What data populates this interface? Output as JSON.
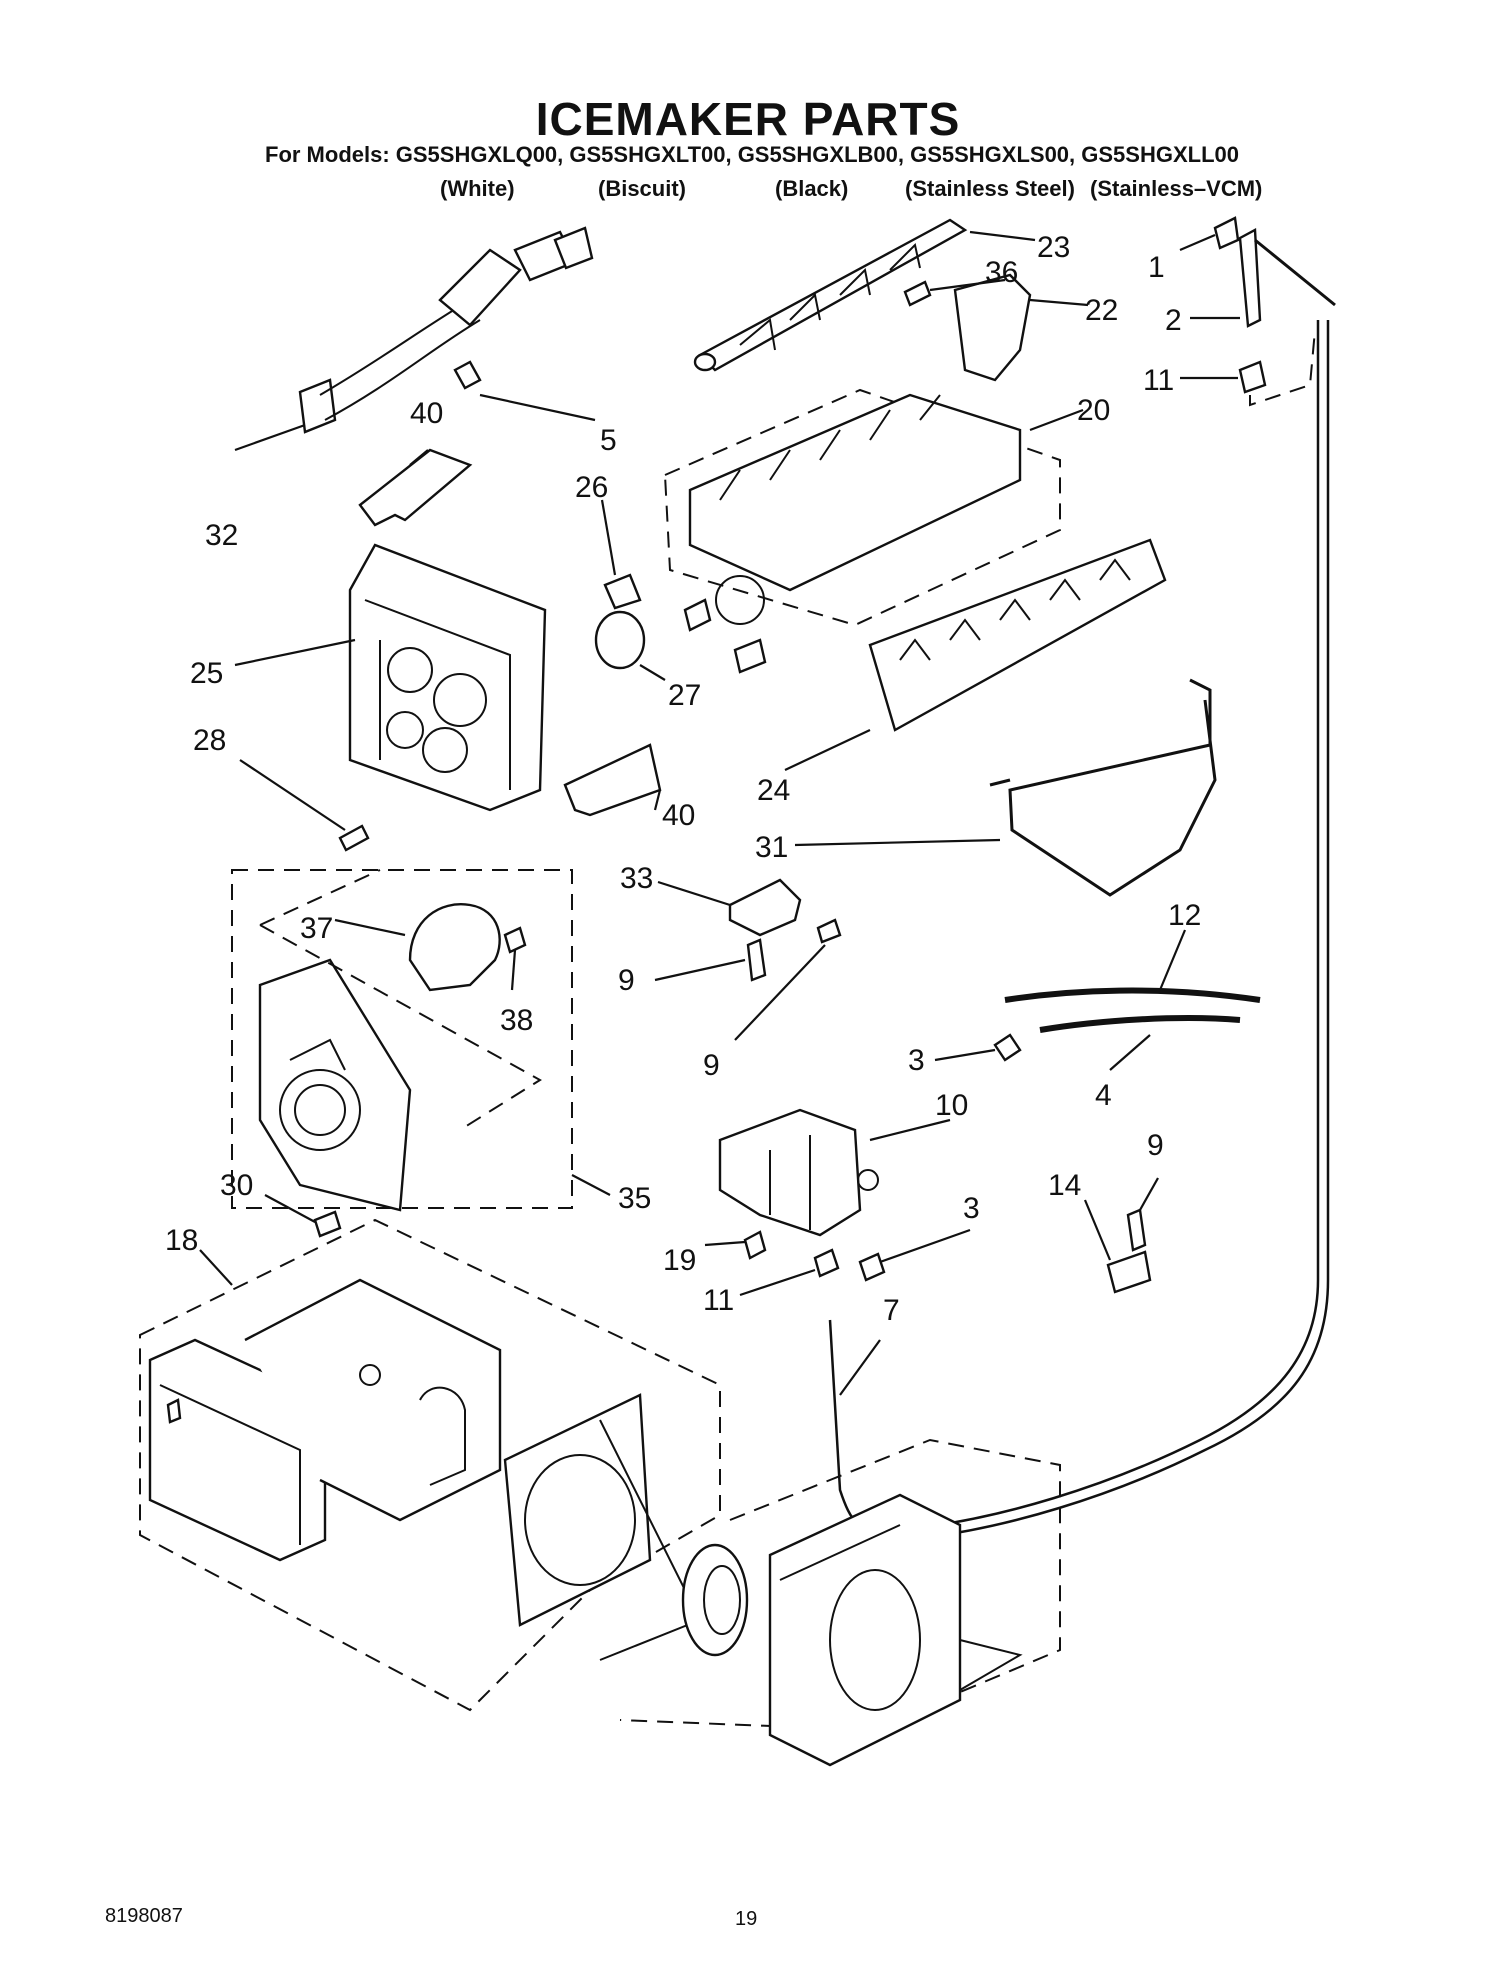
{
  "header": {
    "title": "ICEMAKER PARTS",
    "models_line": "For Models: GS5SHGXLQ00, GS5SHGXLT00, GS5SHGXLB00, GS5SHGXLS00, GS5SHGXLL00",
    "colors": [
      "(White)",
      "(Biscuit)",
      "(Black)",
      "(Stainless Steel)",
      "(Stainless–VCM)"
    ]
  },
  "callouts": {
    "c1": "1",
    "c2": "2",
    "c3a": "3",
    "c3b": "3",
    "c4": "4",
    "c5": "5",
    "c7": "7",
    "c9a": "9",
    "c9b": "9",
    "c9c": "9",
    "c10": "10",
    "c11a": "11",
    "c11b": "11",
    "c12": "12",
    "c14": "14",
    "c18": "18",
    "c19": "19",
    "c20": "20",
    "c22": "22",
    "c23": "23",
    "c24": "24",
    "c25": "25",
    "c26": "26",
    "c27": "27",
    "c28": "28",
    "c30": "30",
    "c31": "31",
    "c32": "32",
    "c33": "33",
    "c35": "35",
    "c36": "36",
    "c37": "37",
    "c38": "38",
    "c40a": "40",
    "c40b": "40"
  },
  "footer": {
    "doc_code": "8198087",
    "page_number": "19"
  }
}
